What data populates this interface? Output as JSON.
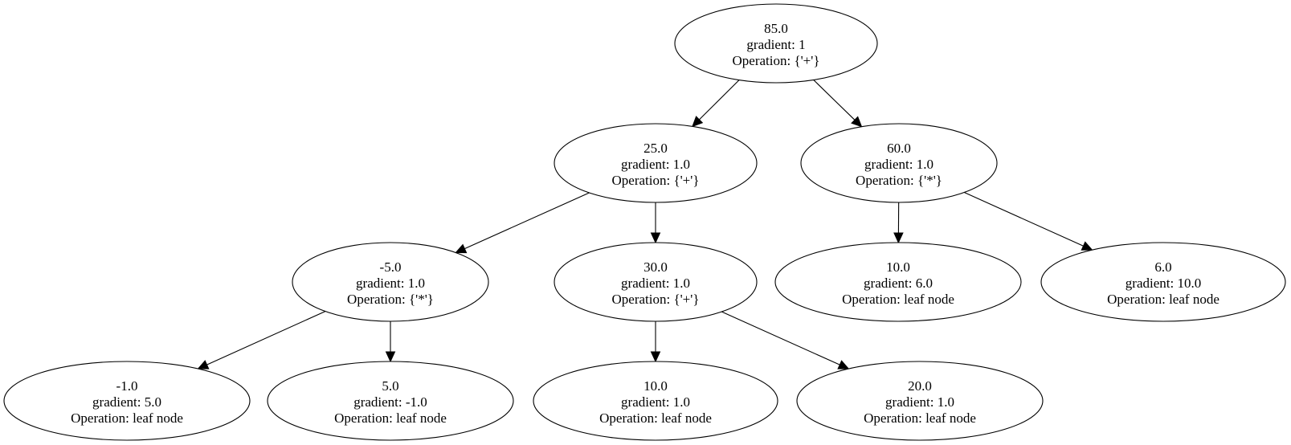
{
  "graph": {
    "nodes": [
      {
        "id": "n85",
        "value": "85.0",
        "gradient": "gradient: 1",
        "operation": "Operation: {'+'}"
      },
      {
        "id": "n25",
        "value": "25.0",
        "gradient": "gradient: 1.0",
        "operation": "Operation: {'+'}"
      },
      {
        "id": "n60",
        "value": "60.0",
        "gradient": "gradient: 1.0",
        "operation": "Operation: {'*'}"
      },
      {
        "id": "nm5",
        "value": "-5.0",
        "gradient": "gradient: 1.0",
        "operation": "Operation: {'*'}"
      },
      {
        "id": "n30",
        "value": "30.0",
        "gradient": "gradient: 1.0",
        "operation": "Operation: {'+'}"
      },
      {
        "id": "n10a",
        "value": "10.0",
        "gradient": "gradient: 6.0",
        "operation": "Operation: leaf node"
      },
      {
        "id": "n6",
        "value": "6.0",
        "gradient": "gradient: 10.0",
        "operation": "Operation: leaf node"
      },
      {
        "id": "nm1",
        "value": "-1.0",
        "gradient": "gradient: 5.0",
        "operation": "Operation: leaf node"
      },
      {
        "id": "n5",
        "value": "5.0",
        "gradient": "gradient: -1.0",
        "operation": "Operation: leaf node"
      },
      {
        "id": "n10b",
        "value": "10.0",
        "gradient": "gradient: 1.0",
        "operation": "Operation: leaf node"
      },
      {
        "id": "n20",
        "value": "20.0",
        "gradient": "gradient: 1.0",
        "operation": "Operation: leaf node"
      }
    ],
    "edges": [
      {
        "from": "n85",
        "to": "n25"
      },
      {
        "from": "n85",
        "to": "n60"
      },
      {
        "from": "n25",
        "to": "nm5"
      },
      {
        "from": "n25",
        "to": "n30"
      },
      {
        "from": "n60",
        "to": "n10a"
      },
      {
        "from": "n60",
        "to": "n6"
      },
      {
        "from": "nm5",
        "to": "nm1"
      },
      {
        "from": "nm5",
        "to": "n5"
      },
      {
        "from": "n30",
        "to": "n10b"
      },
      {
        "from": "n30",
        "to": "n20"
      }
    ]
  }
}
